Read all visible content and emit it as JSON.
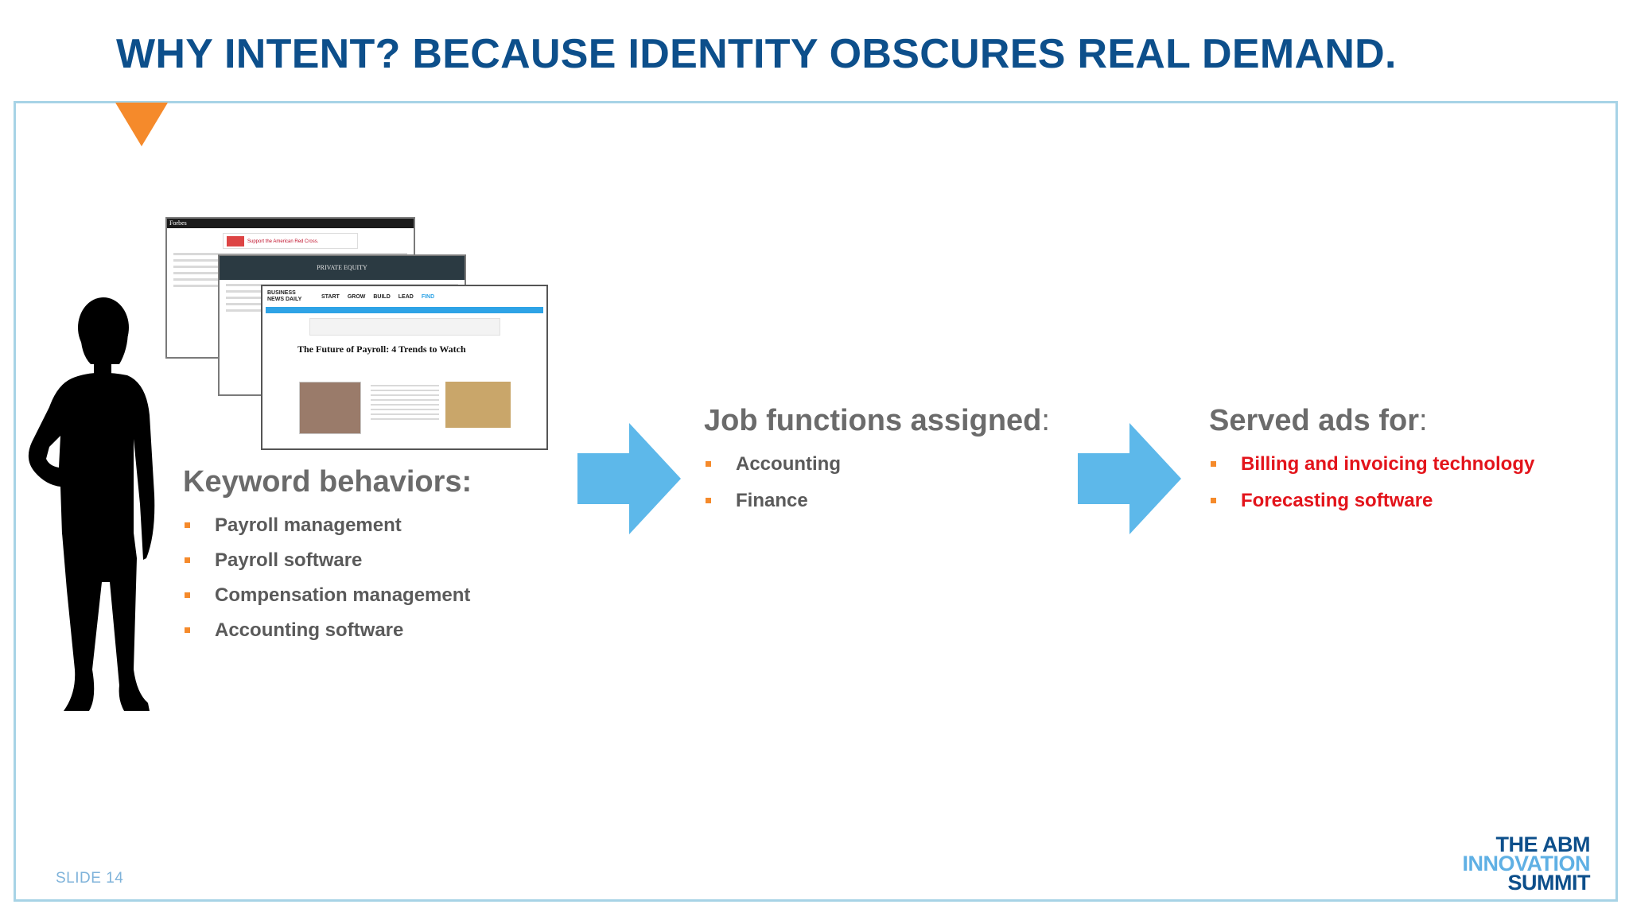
{
  "slide": {
    "title": "WHY INTENT? BECAUSE IDENTITY OBSCURES REAL DEMAND.",
    "slide_number": "SLIDE 14"
  },
  "screenshots": {
    "forbes": {
      "masthead": "Forbes",
      "ad_text": "Support the American Red Cross."
    },
    "wsj": {
      "masthead": "PRIVATE EQUITY"
    },
    "bnd": {
      "masthead": "BUSINESS NEWS DAILY",
      "nav": [
        "START",
        "GROW",
        "BUILD",
        "LEAD",
        "FIND"
      ],
      "headline": "The Future of Payroll: 4 Trends to Watch"
    }
  },
  "keyword_behaviors": {
    "heading": "Keyword behaviors:",
    "items": [
      "Payroll management",
      "Payroll software",
      "Compensation management",
      "Accounting software"
    ]
  },
  "job_functions": {
    "heading": "Job functions assigned",
    "colon": ":",
    "items": [
      "Accounting",
      "Finance"
    ]
  },
  "served_ads": {
    "heading": "Served ads for",
    "colon": ":",
    "items": [
      "Billing and invoicing technology",
      "Forecasting software"
    ]
  },
  "logo": {
    "line1": "THE ABM",
    "line2": "INNOVATION",
    "line3": "SUMMIT"
  },
  "colors": {
    "title": "#0d4f8b",
    "frame": "#a7d3e6",
    "marker": "#f58a2b",
    "arrow": "#5db8ea",
    "bullet": "#f58a2b",
    "ads_text": "#e3141b"
  },
  "icons": {
    "marker": "orange-triangle-icon",
    "person": "woman-silhouette-icon",
    "arrows": "right-arrow-icon"
  }
}
